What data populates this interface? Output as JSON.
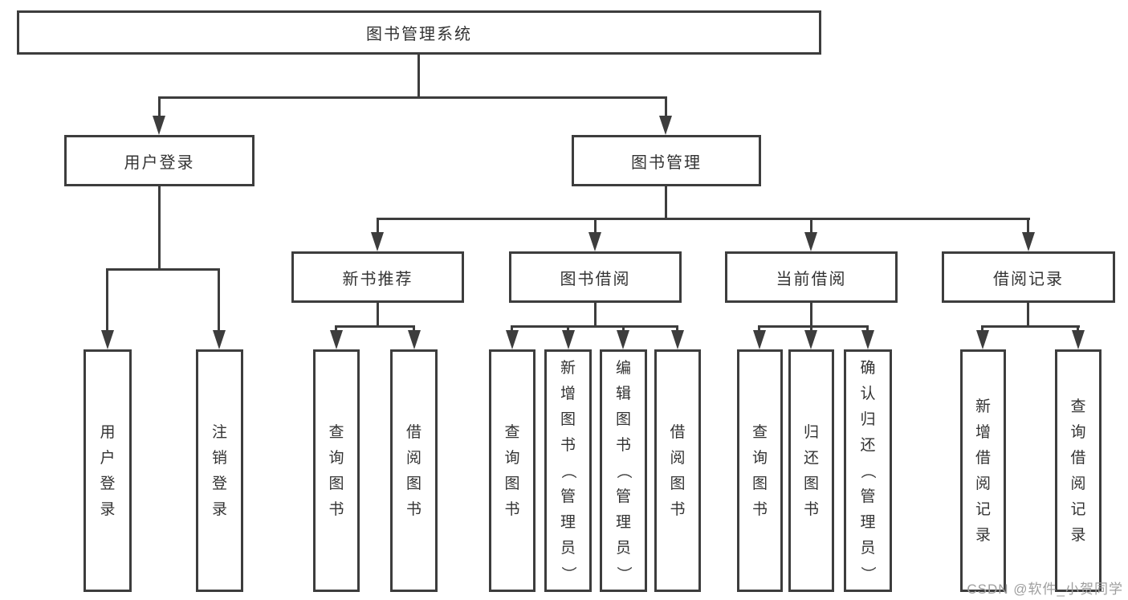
{
  "title": "图书管理系统",
  "nodes": {
    "root": "图书管理系统",
    "level2": [
      "用户登录",
      "图书管理"
    ],
    "level3": [
      "新书推荐",
      "图书借阅",
      "当前借阅",
      "借阅记录"
    ],
    "level4": {
      "under_user_login": [
        "用户登录",
        "注销登录"
      ],
      "under_new_books": [
        "查询图书",
        "借阅图书"
      ],
      "under_book_borrowing": [
        "查询图书",
        "新增图书（管理员）",
        "编辑图书（管理员）",
        "借阅图书"
      ],
      "under_current_borrowing": [
        "查询图书",
        "归还图书",
        "确认归还（管理员）"
      ],
      "under_borrowing_records": [
        "新增借阅记录",
        "查询借阅记录"
      ]
    }
  },
  "watermark": "CSDN @软件_小贺同学",
  "colors": {
    "line": "#3d3d3d",
    "text": "#333333",
    "watermark": "#9e9e9e",
    "background": "#ffffff"
  }
}
